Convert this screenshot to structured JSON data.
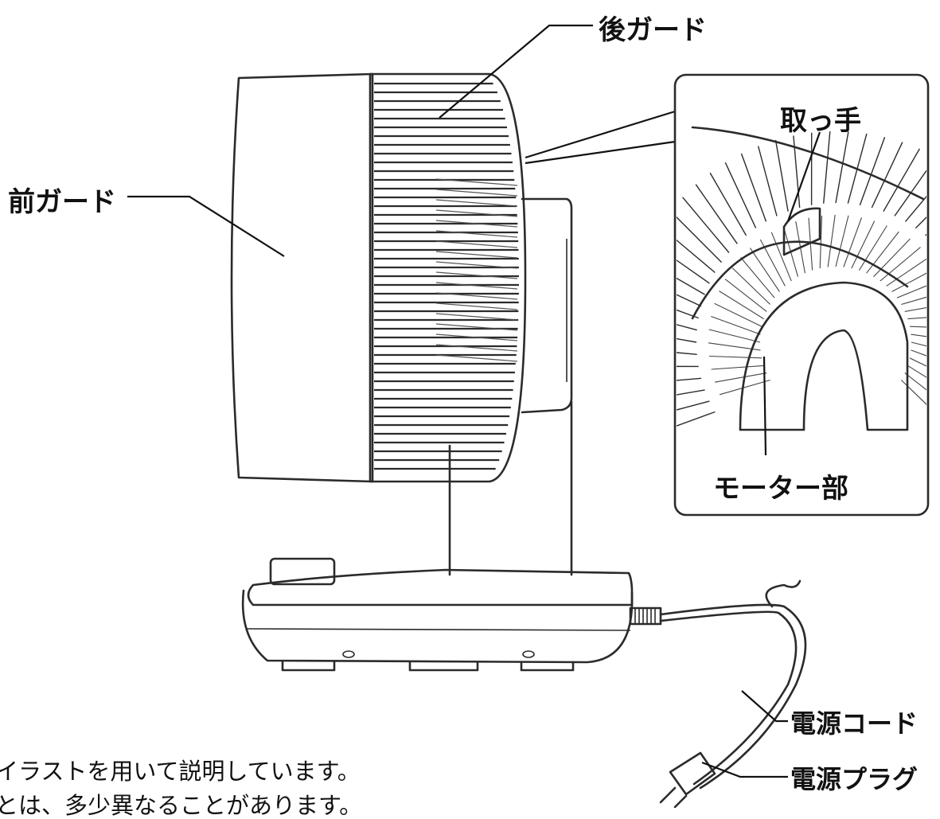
{
  "labels": {
    "rear_guard": "後ガード",
    "front_guard": "前ガード",
    "handle": "取っ手",
    "motor": "モーター部",
    "power_cord": "電源コード",
    "power_plug": "電源プラグ"
  },
  "notes": {
    "line1": "イラストを用いて説明しています。",
    "line2": "とは、多少異なることがあります。"
  }
}
